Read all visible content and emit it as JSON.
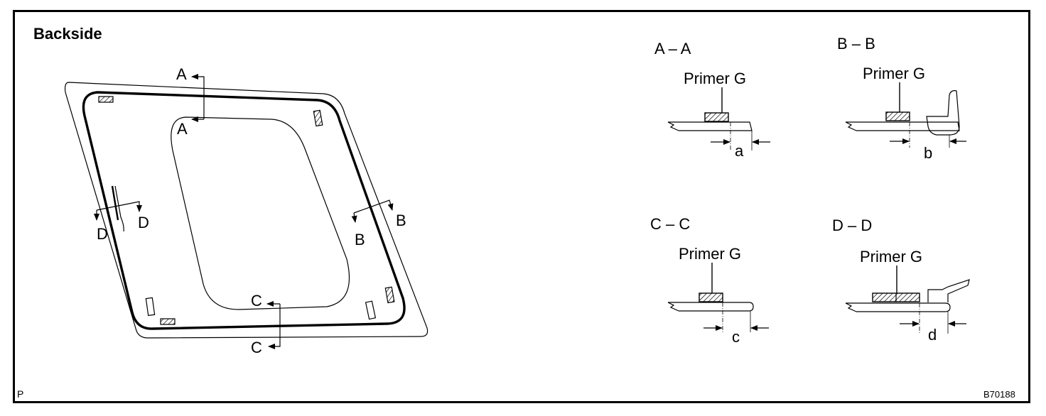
{
  "title": "Backside",
  "footer": {
    "left_mark": "P",
    "figure_id": "B70188"
  },
  "main_view": {
    "section_markers": {
      "a_top": "A",
      "a_bottom": "A",
      "b_left": "B",
      "b_right": "B",
      "c_top": "C",
      "c_bottom": "C",
      "d_left": "D",
      "d_right": "D"
    }
  },
  "sections": [
    {
      "title": "A – A",
      "primer": "Primer G",
      "dim": "a"
    },
    {
      "title": "B – B",
      "primer": "Primer G",
      "dim": "b"
    },
    {
      "title": "C – C",
      "primer": "Primer G",
      "dim": "c"
    },
    {
      "title": "D – D",
      "primer": "Primer G",
      "dim": "d"
    }
  ],
  "colors": {
    "line": "#000000",
    "background": "#ffffff"
  }
}
